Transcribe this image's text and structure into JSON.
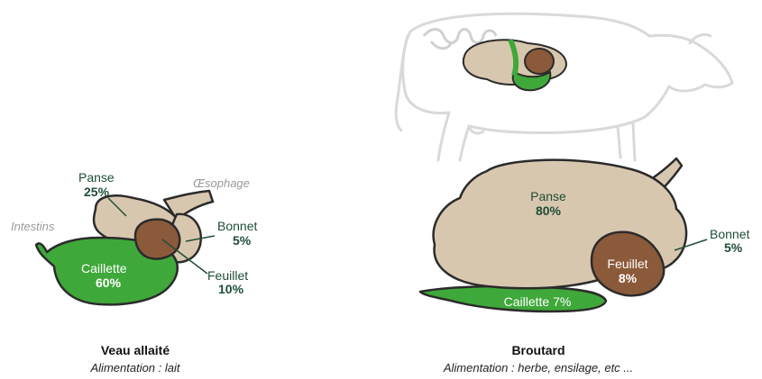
{
  "colors": {
    "panse": "#d8c7af",
    "bonnet": "#d8c7af",
    "feuillet": "#8b5a3a",
    "caillette": "#3fa83a",
    "label_green": "#1f4d37",
    "label_grey": "#9a9a9a",
    "cow_outline": "#d9d9d9"
  },
  "veau": {
    "labels": {
      "panse_name": "Panse",
      "panse_pct": "25%",
      "oesophage": "Œsophage",
      "intestins": "Intestins",
      "bonnet_name": "Bonnet",
      "bonnet_pct": "5%",
      "caillette_name": "Caillette",
      "caillette_pct": "60%",
      "feuillet_name": "Feuillet",
      "feuillet_pct": "10%"
    },
    "caption": {
      "title": "Veau allaité",
      "subtitle": "Alimentation : lait"
    }
  },
  "broutard": {
    "labels": {
      "panse_name": "Panse",
      "panse_pct": "80%",
      "bonnet_name": "Bonnet",
      "bonnet_pct": "5%",
      "feuillet_name": "Feuillet",
      "feuillet_pct": "8%",
      "caillette": "Caillette 7%"
    },
    "caption": {
      "title": "Broutard",
      "subtitle": "Alimentation : herbe, ensilage, etc ..."
    }
  }
}
